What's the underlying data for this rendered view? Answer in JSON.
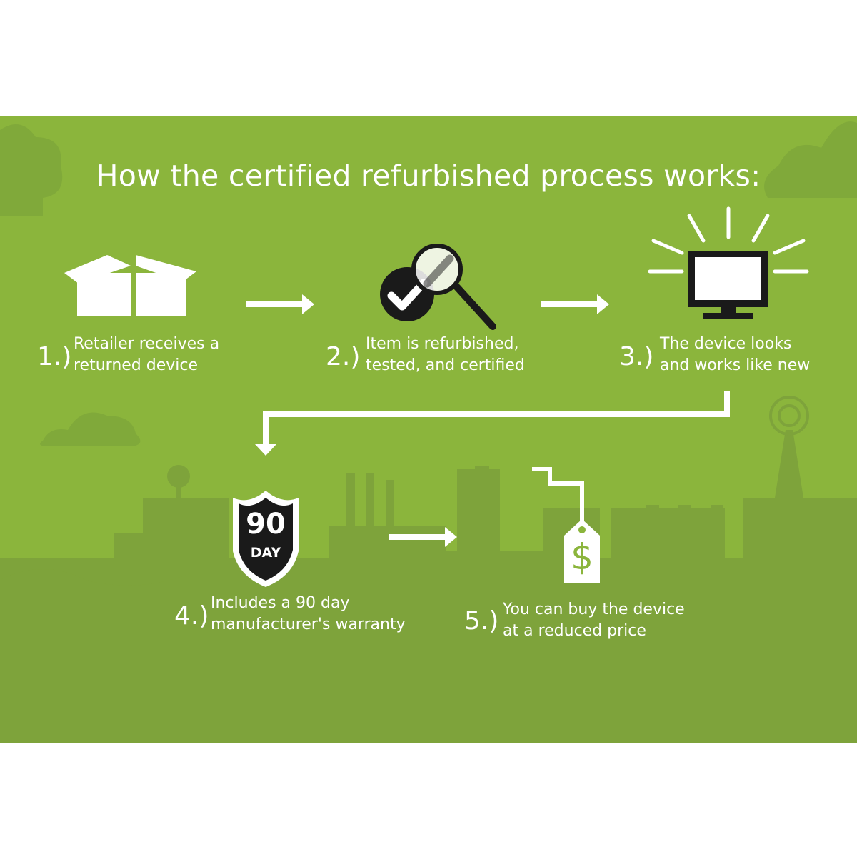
{
  "title": "How the certified refurbished process works:",
  "colors": {
    "background": "#8bb53c",
    "silhouette": "#7fa43a",
    "white": "#ffffff",
    "black": "#1a1a1a"
  },
  "steps": [
    {
      "number": "1.)",
      "line1": "Retailer receives a",
      "line2": "returned device",
      "icon": "box-icon"
    },
    {
      "number": "2.)",
      "line1": "Item is refurbished,",
      "line2": "tested, and certified",
      "icon": "check-magnifier-icon"
    },
    {
      "number": "3.)",
      "line1": "The device looks",
      "line2": "and works like new",
      "icon": "shining-monitor-icon"
    },
    {
      "number": "4.)",
      "line1": "Includes a 90 day",
      "line2": "manufacturer's warranty",
      "icon": "warranty-shield-icon"
    },
    {
      "number": "5.)",
      "line1": "You can buy the device",
      "line2": "at a reduced price",
      "icon": "price-tag-icon"
    }
  ],
  "badge": {
    "number": "90",
    "label": "DAY"
  },
  "tag": {
    "symbol": "$"
  }
}
